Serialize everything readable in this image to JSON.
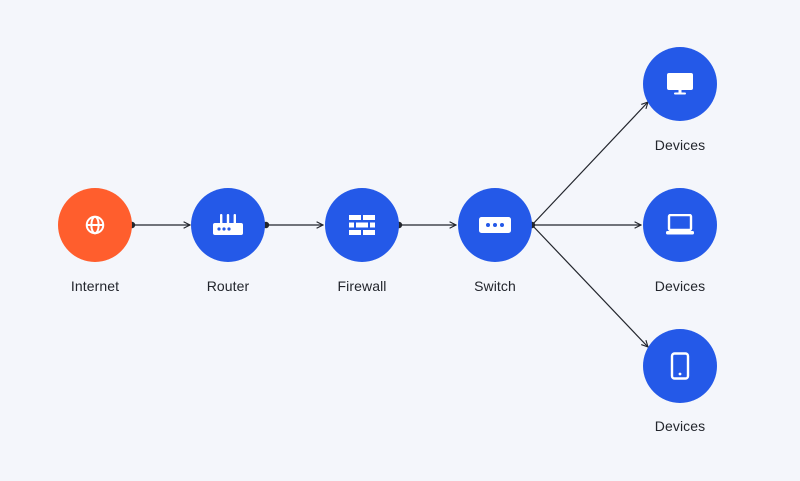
{
  "colors": {
    "background": "#f4f6fb",
    "source_node": "#ff5e2d",
    "node": "#2459e8",
    "icon": "#ffffff",
    "connector": "#22252c"
  },
  "nodes": [
    {
      "id": "internet",
      "label": "Internet",
      "icon": "globe-icon",
      "kind": "source"
    },
    {
      "id": "router",
      "label": "Router",
      "icon": "router-icon",
      "kind": "device"
    },
    {
      "id": "firewall",
      "label": "Firewall",
      "icon": "brick-wall-icon",
      "kind": "device"
    },
    {
      "id": "switch",
      "label": "Switch",
      "icon": "switch-icon",
      "kind": "device"
    },
    {
      "id": "devices-desktop",
      "label": "Devices",
      "icon": "monitor-icon",
      "kind": "device"
    },
    {
      "id": "devices-laptop",
      "label": "Devices",
      "icon": "laptop-icon",
      "kind": "device"
    },
    {
      "id": "devices-tablet",
      "label": "Devices",
      "icon": "tablet-icon",
      "kind": "device"
    }
  ],
  "edges": [
    {
      "from": "internet",
      "to": "router"
    },
    {
      "from": "router",
      "to": "firewall"
    },
    {
      "from": "firewall",
      "to": "switch"
    },
    {
      "from": "switch",
      "to": "devices-desktop"
    },
    {
      "from": "switch",
      "to": "devices-laptop"
    },
    {
      "from": "switch",
      "to": "devices-tablet"
    }
  ]
}
